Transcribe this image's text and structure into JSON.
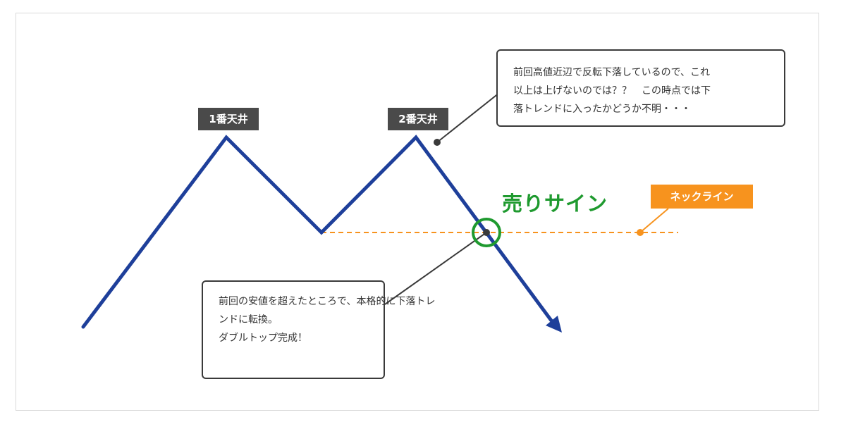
{
  "labels": {
    "first_top": "1番天井",
    "second_top": "2番天井",
    "neckline": "ネックライン",
    "sell_sign": "売りサイン"
  },
  "callouts": {
    "top": [
      "前回高値近辺で反転下落しているので、これ",
      "以上は上げないのでは？？　この時点では下",
      "落トレンドに入ったかどうか不明・・・"
    ],
    "bottom": [
      "前回の安値を超えたところで、本格的に下落トレ",
      "ンドに転換。",
      "ダブルトップ完成！"
    ]
  },
  "colors": {
    "price_line": "#1e3f9a",
    "neckline": "#f7931e",
    "sell_marker": "#1f9a2f",
    "label_bg": "#4a4a4a",
    "callout_border": "#3a3a3a"
  }
}
